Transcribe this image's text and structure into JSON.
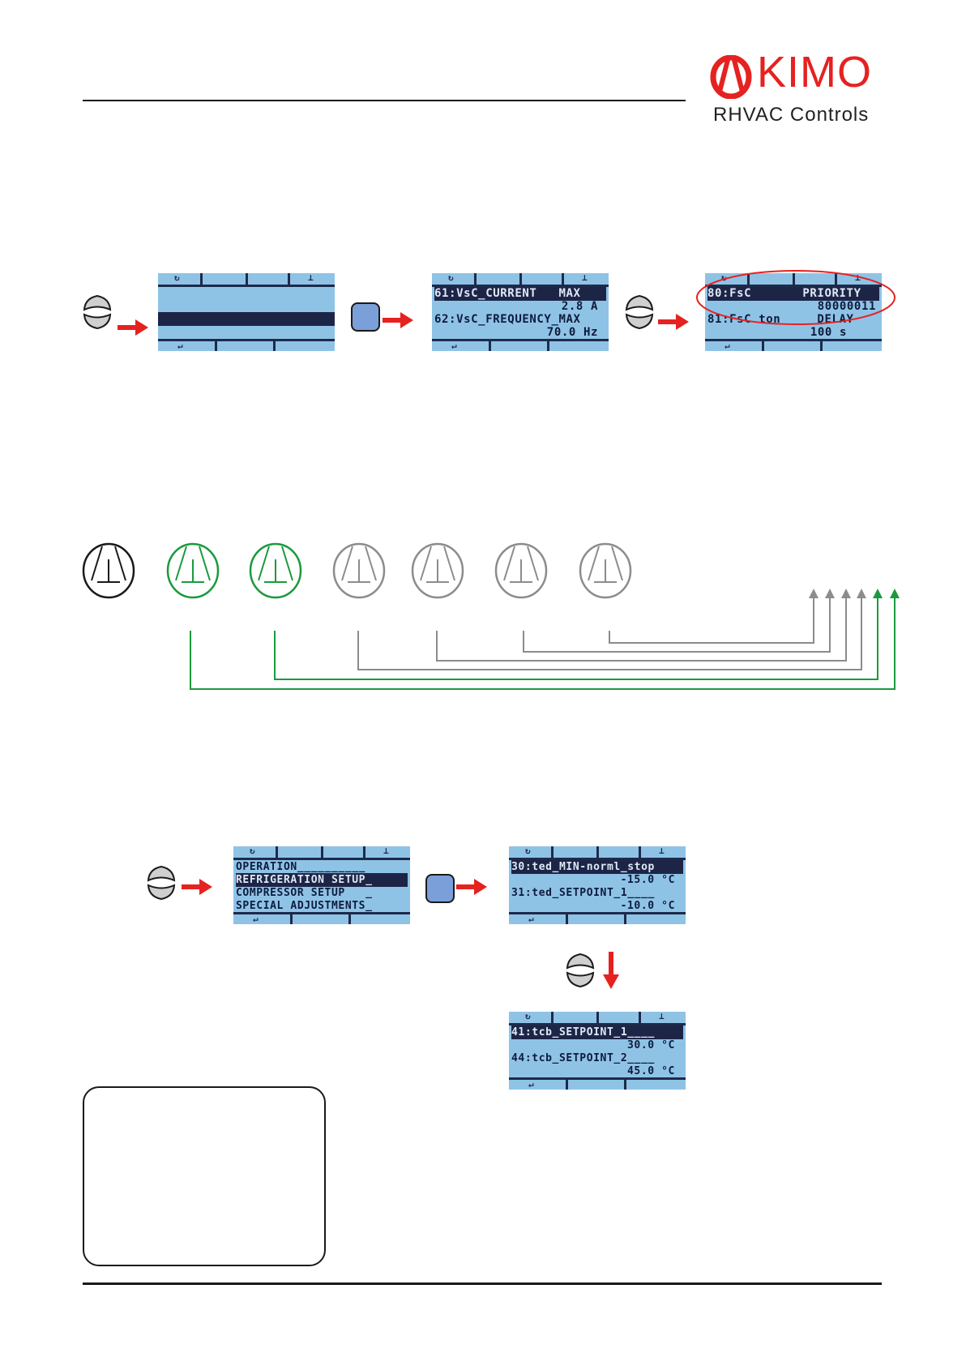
{
  "header": {
    "brand": "KIMO",
    "tagline": "RHVAC Controls",
    "colors": {
      "brand_red": "#e52220",
      "rule": "#1a1a1a"
    }
  },
  "lcd_colors": {
    "background": "#8fc3e6",
    "highlight": "#1d2547",
    "text": "#0d1b3d"
  },
  "keys": {
    "up_down_icon": "up-down-key-icon",
    "enter_icon": "enter-key-icon",
    "arrow_color": "#e52220"
  },
  "row1": {
    "screen1": {
      "rows": [
        "",
        "",
        "",
        ""
      ]
    },
    "screen2": {
      "rows": [
        "61:VsC_CURRENT   MAX",
        "2.8 A",
        "62:VsC_FREQUENCY_MAX",
        "70.0 Hz"
      ]
    },
    "screen3": {
      "rows": [
        "80:FsC       PRIORITY",
        "80000011",
        "81:FsC ton     DELAY",
        "100 s"
      ]
    }
  },
  "compressor_diagram": {
    "compressor_icon": "compressor-icon",
    "colors": {
      "inactive": "#8c8c8c",
      "active": "#1a9a3c",
      "master": "#1a1a1a"
    },
    "compressors": [
      {
        "state": "master"
      },
      {
        "state": "active"
      },
      {
        "state": "active"
      },
      {
        "state": "inactive"
      },
      {
        "state": "inactive"
      },
      {
        "state": "inactive"
      },
      {
        "state": "inactive"
      }
    ]
  },
  "row2": {
    "screen_menu": {
      "rows": [
        "OPERATION__________",
        "REFRIGERATION SETUP_",
        "COMPRESSOR SETUP   _",
        "SPECIAL ADJUSTMENTS_"
      ]
    },
    "screen_ted": {
      "rows": [
        "30:ted_MIN-norml_stop",
        "-15.0 °C",
        "31:ted_SETPOINT_1____",
        "-10.0 °C"
      ]
    },
    "screen_tcb": {
      "rows": [
        "41:tcb_SETPOINT_1____",
        "30.0 °C",
        "44:tcb_SETPOINT_2____",
        "45.0 °C"
      ]
    }
  }
}
